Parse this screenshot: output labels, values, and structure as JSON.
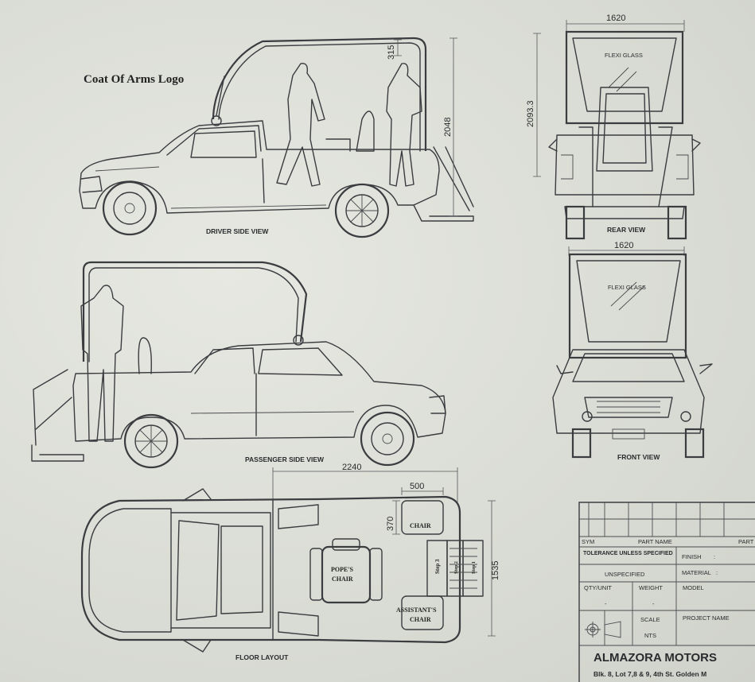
{
  "callout": {
    "coat_of_arms": "Coat Of Arms Logo"
  },
  "views": {
    "driver_side": "DRIVER SIDE VIEW",
    "passenger_side": "PASSENGER SIDE VIEW",
    "rear": "REAR VIEW",
    "front": "FRONT VIEW",
    "floor": "FLOOR LAYOUT"
  },
  "dimensions": {
    "canopy_height": "315",
    "total_height": "2048",
    "rear_width": "1620",
    "rear_height": "2093.3",
    "front_width": "1620",
    "floor_length": "2240",
    "chair_width": "500",
    "chair_depth": "370",
    "floor_width": "1535"
  },
  "labels": {
    "flexi_glass_rear": "FLEXI GLASS",
    "flexi_glass_front": "FLEXI GLASS",
    "chair": "CHAIR",
    "popes_chair_1": "POPE'S",
    "popes_chair_2": "CHAIR",
    "assistants_chair_1": "ASSISTANT'S",
    "assistants_chair_2": "CHAIR",
    "step1": "Step 1",
    "step2": "Step 2",
    "step3": "Step 3"
  },
  "title_block": {
    "sym": "SYM",
    "part_name": "PART NAME",
    "part_no": "PART",
    "tolerance": "TOLERANCE UNLESS SPECIFIED",
    "unspecified": "UNSPECIFIED",
    "finish": "FINISH",
    "finish_colon": ":",
    "material": "MATERIAL",
    "material_colon": ":",
    "qty_unit": "QTY/UNIT",
    "weight": "WEIGHT",
    "model": "MODEL",
    "qty_val": "-",
    "weight_val": "-",
    "scale": "SCALE",
    "scale_val": "NTS",
    "project_name": "PROJECT NAME",
    "company": "ALMAZORA MOTORS",
    "address": "Blk. 8, Lot 7,8 & 9, 4th St. Golden M"
  }
}
